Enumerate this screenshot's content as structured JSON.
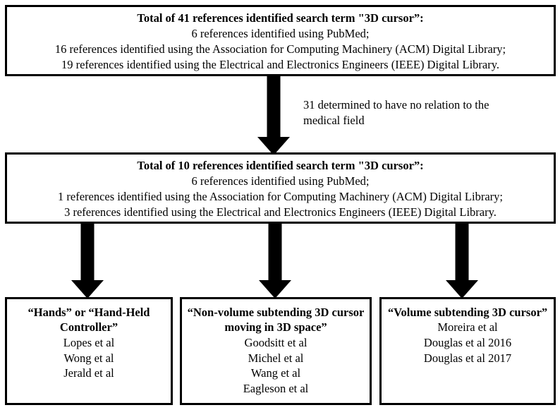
{
  "diagram": {
    "title": "Reference identification flow for search term 3D cursor",
    "colors": {
      "box_border": "#000000",
      "arrow": "#000000",
      "background": "#ffffff",
      "text": "#000000"
    },
    "stages": [
      {
        "id": "stage-initial",
        "heading": "Total of 41 references identified search term \"3D cursor”:",
        "lines": [
          "6 references identified using PubMed;",
          "16 references identified using the Association for Computing Machinery (ACM) Digital Library;",
          "19 references identified using the Electrical and Electronics Engineers (IEEE) Digital Library."
        ]
      },
      {
        "id": "stage-filtered",
        "heading": "Total of 10 references identified search term \"3D cursor”:",
        "lines": [
          "6 references identified using PubMed;",
          "1 references identified using the Association for Computing Machinery (ACM) Digital Library;",
          "3 references identified using the Electrical and Electronics Engineers (IEEE) Digital Library."
        ]
      }
    ],
    "exclusion": {
      "lines": [
        "31 determined to have no relation to the",
        "medical field"
      ]
    },
    "categories": [
      {
        "id": "category-hands",
        "heading": "“Hands” or “Hand-Held Controller”",
        "items": [
          "Lopes et al",
          "Wong et al",
          "Jerald et al"
        ]
      },
      {
        "id": "category-non-volume",
        "heading": "“Non-volume subtending 3D cursor moving in 3D space”",
        "items": [
          "Goodsitt et al",
          "Michel et al",
          "Wang et al",
          "Eagleson et al"
        ]
      },
      {
        "id": "category-volume",
        "heading": "“Volume subtending 3D cursor”",
        "items": [
          "Moreira et al",
          "Douglas et al 2016",
          "Douglas et al 2017"
        ]
      }
    ],
    "arrows": [
      {
        "id": "arrow-main",
        "icon": "down-arrow-icon",
        "from": "stage-initial",
        "to": "stage-filtered"
      },
      {
        "id": "arrow-branch-0",
        "icon": "down-arrow-icon",
        "from": "stage-filtered",
        "to": "category-hands"
      },
      {
        "id": "arrow-branch-1",
        "icon": "down-arrow-icon",
        "from": "stage-filtered",
        "to": "category-non-volume"
      },
      {
        "id": "arrow-branch-2",
        "icon": "down-arrow-icon",
        "from": "stage-filtered",
        "to": "category-volume"
      }
    ]
  }
}
